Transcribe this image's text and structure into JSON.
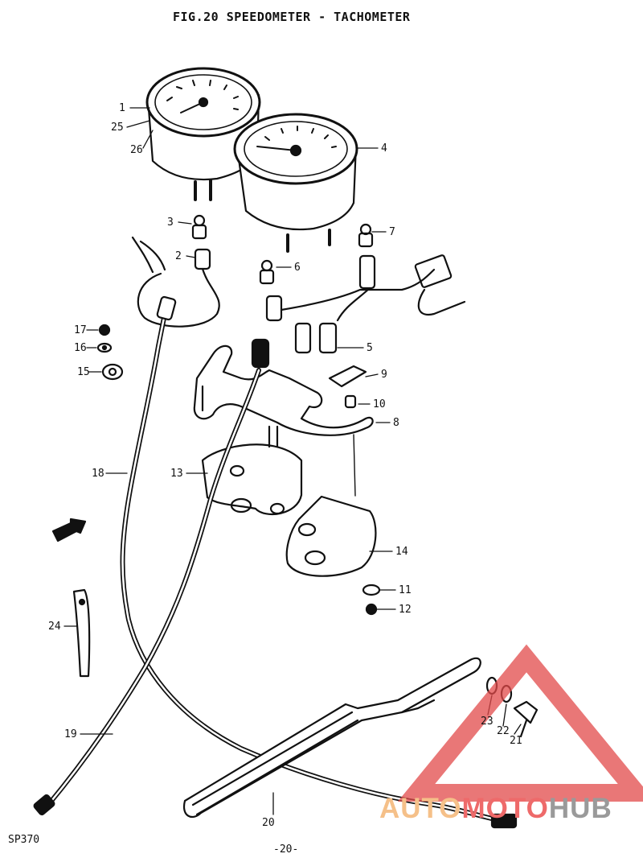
{
  "title": "FIG.20 SPEEDOMETER - TACHOMETER",
  "drawing_code": "SP370",
  "page_number": "-20-",
  "watermark": {
    "part1": "AUTO",
    "part2": "MOTO",
    "part3": "HUB"
  },
  "callouts": [
    "1",
    "2",
    "3",
    "4",
    "5",
    "6",
    "7",
    "8",
    "9",
    "10",
    "11",
    "12",
    "13",
    "14",
    "15",
    "16",
    "17",
    "18",
    "19",
    "20",
    "21",
    "22",
    "23",
    "24",
    "25",
    "26"
  ],
  "colors": {
    "ink": "#111111",
    "watermark_red": "#e24a4a",
    "watermark_orange": "#f5a962",
    "watermark_grey": "#8c8c8c"
  }
}
